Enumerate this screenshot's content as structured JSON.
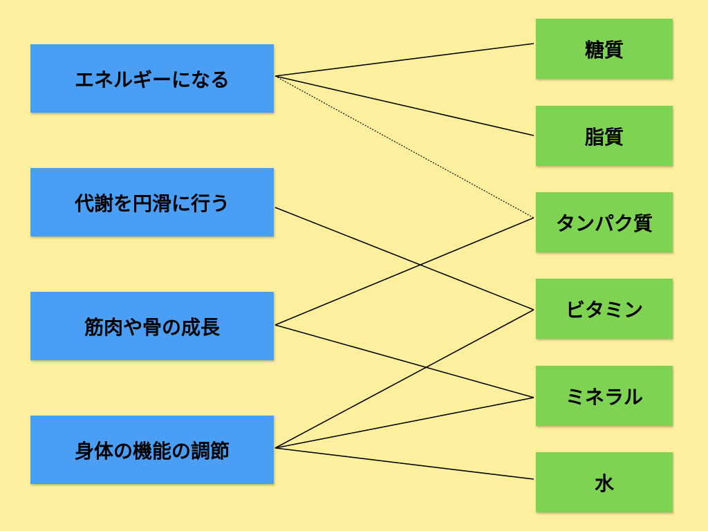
{
  "colors": {
    "background": "#fcf09e",
    "left_box": "#4a9ff5",
    "right_box": "#7ed352",
    "line": "#000000"
  },
  "left_items": [
    {
      "label": "エネルギーになる"
    },
    {
      "label": "代謝を円滑に行う"
    },
    {
      "label": "筋肉や骨の成長"
    },
    {
      "label": "身体の機能の調節"
    }
  ],
  "right_items": [
    {
      "label": "糖質"
    },
    {
      "label": "脂質"
    },
    {
      "label": "タンパク質"
    },
    {
      "label": "ビタミン"
    },
    {
      "label": "ミネラル"
    },
    {
      "label": "水"
    }
  ],
  "connections": [
    {
      "from": 0,
      "to": 0,
      "style": "solid"
    },
    {
      "from": 0,
      "to": 1,
      "style": "solid"
    },
    {
      "from": 0,
      "to": 2,
      "style": "dotted"
    },
    {
      "from": 1,
      "to": 3,
      "style": "solid"
    },
    {
      "from": 2,
      "to": 2,
      "style": "solid"
    },
    {
      "from": 2,
      "to": 4,
      "style": "solid"
    },
    {
      "from": 3,
      "to": 3,
      "style": "solid"
    },
    {
      "from": 3,
      "to": 4,
      "style": "solid"
    },
    {
      "from": 3,
      "to": 5,
      "style": "solid"
    }
  ]
}
